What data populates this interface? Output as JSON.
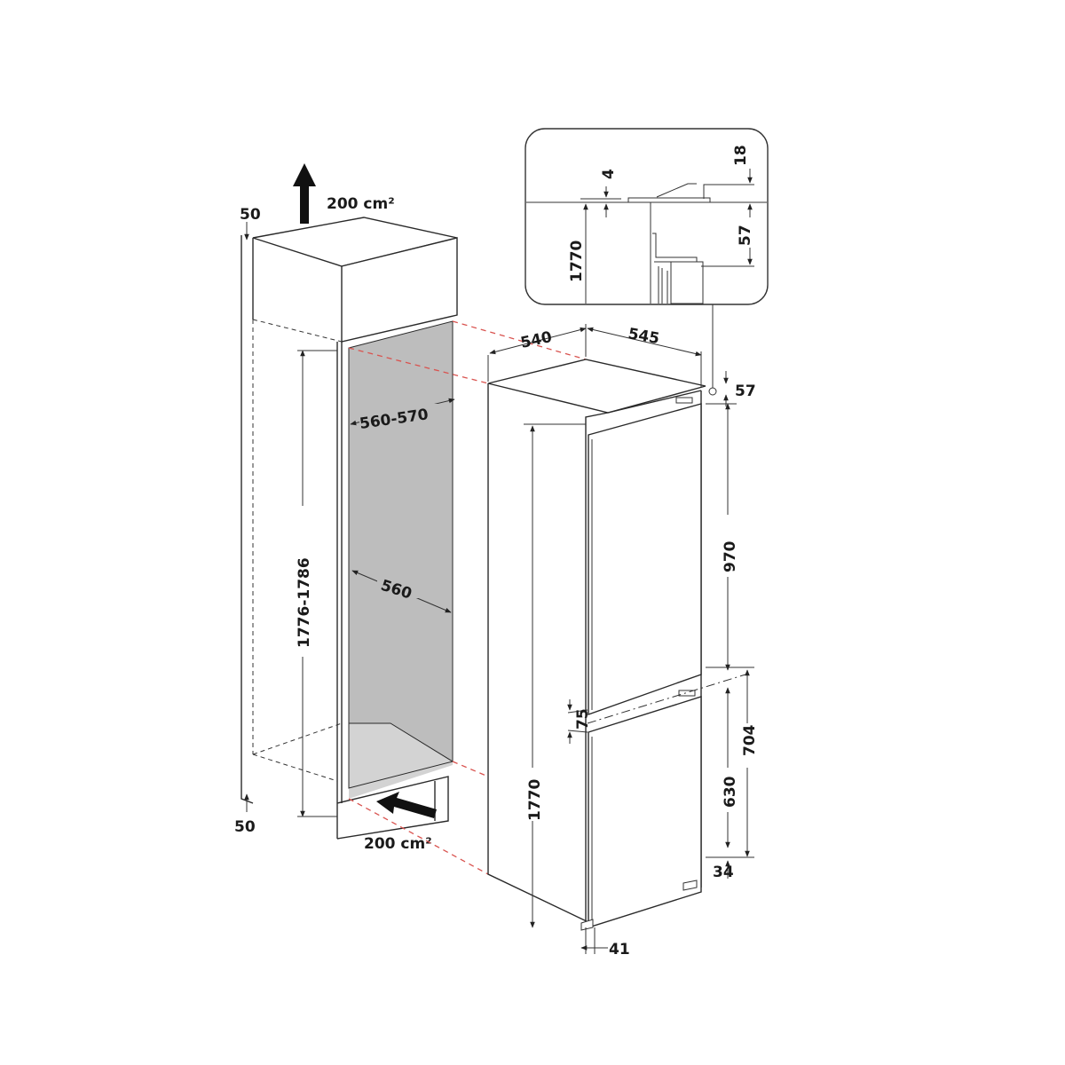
{
  "colors": {
    "line": "#2a2a2a",
    "niche_fill": "#bdbdbd",
    "floor_fill": "#d3d3d3",
    "alignment_dash": "#d9534f"
  },
  "icons": {
    "airflow_up": "arrow-up-icon",
    "airflow_in": "arrow-diagonal-icon"
  },
  "niche": {
    "top_gap": "50",
    "top_vent": "200 cm²",
    "bottom_gap": "50",
    "bottom_vent": "200 cm²",
    "depth": "560-570",
    "width": "560",
    "height": "1776-1786"
  },
  "appliance": {
    "width": "540",
    "depth": "545",
    "top_offset": "57",
    "upper_door": "970",
    "door_gap": "75",
    "lower_section": "704",
    "lower_door": "630",
    "bottom_offset": "34",
    "height": "1770",
    "foot": "41"
  },
  "detail": {
    "gap": "4",
    "height": "1770",
    "top": "18",
    "offset": "57"
  }
}
